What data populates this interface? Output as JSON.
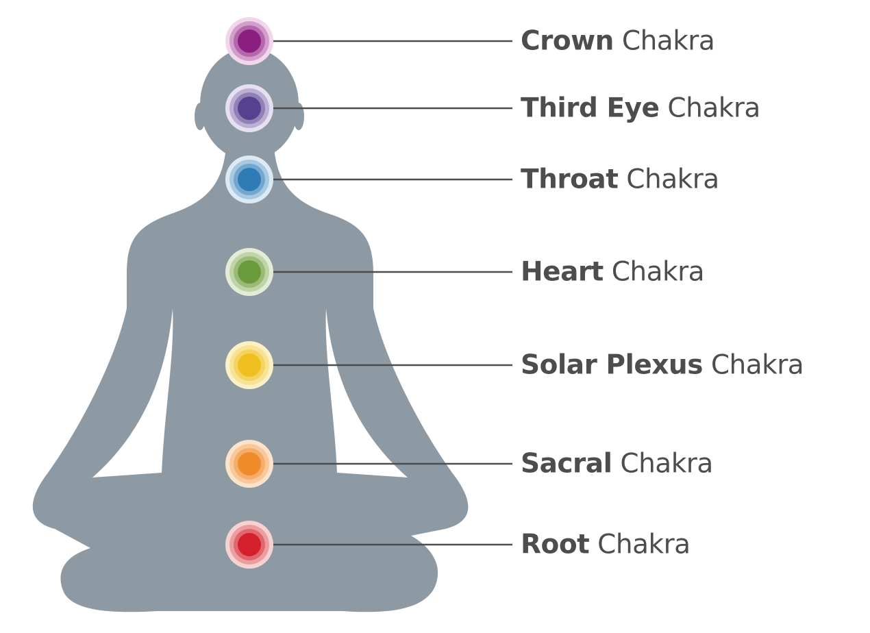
{
  "title": "Chakra Diagram",
  "chakras": [
    {
      "name": "Crown",
      "suffix": "Chakra",
      "color": "#8b1f80",
      "light": "#f1d6ec"
    },
    {
      "name": "Third Eye",
      "suffix": "Chakra",
      "color": "#55418f",
      "light": "#e6e0f0"
    },
    {
      "name": "Throat",
      "suffix": "Chakra",
      "color": "#2e7bb6",
      "light": "#dbeaf5"
    },
    {
      "name": "Heart",
      "suffix": "Chakra",
      "color": "#6a9a3a",
      "light": "#e3edd6"
    },
    {
      "name": "Solar Plexus",
      "suffix": "Chakra",
      "color": "#f0c020",
      "light": "#fbf0c6"
    },
    {
      "name": "Sacral",
      "suffix": "Chakra",
      "color": "#ef8a2a",
      "light": "#fce3cb"
    },
    {
      "name": "Root",
      "suffix": "Chakra",
      "color": "#d3202a",
      "light": "#f6d2d3"
    }
  ],
  "silhouette_color": "#8e9aa3",
  "line_color": "#4d4d4d"
}
